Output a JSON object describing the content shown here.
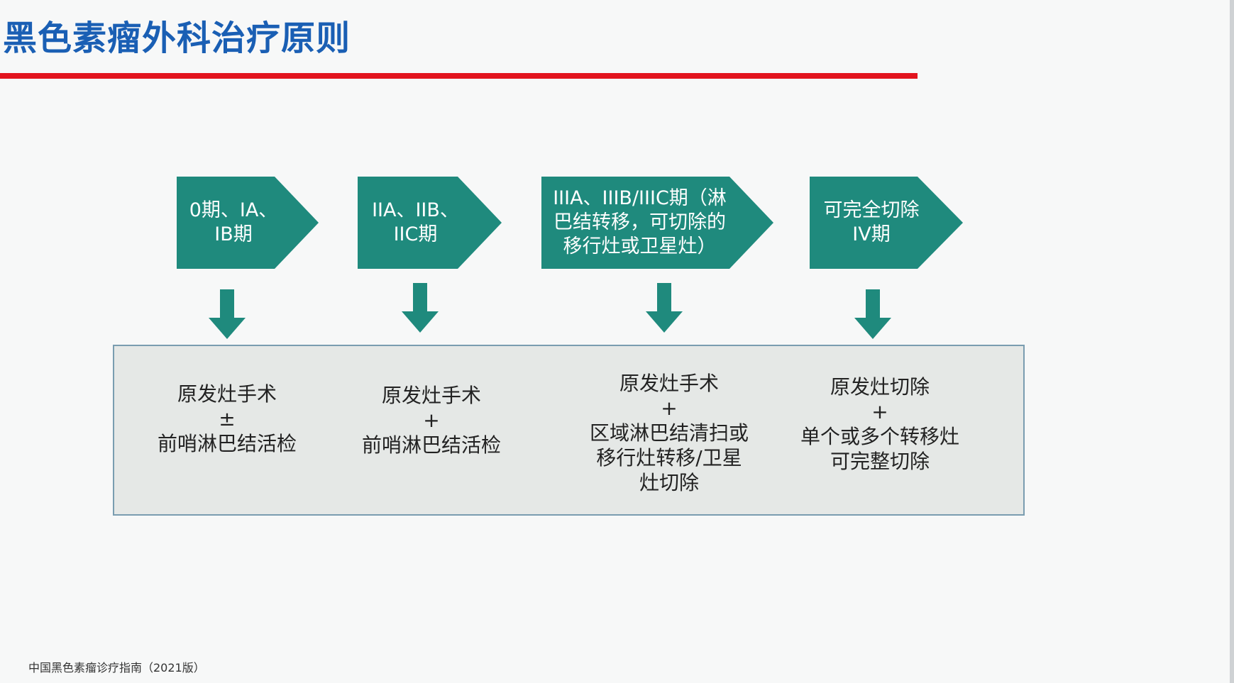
{
  "title": "黑色素瘤外科治疗原则",
  "colors": {
    "title": "#1a5fb4",
    "rule": "#e2141e",
    "stage_fill": "#1f8a7d",
    "arrow_fill": "#1f8a7d",
    "box_fill": "#e5e8e6",
    "box_border": "#7a9db0"
  },
  "stages": [
    {
      "label": "0期、IA、\nIB期"
    },
    {
      "label": "IIA、IIB、\nIIC期"
    },
    {
      "label": "IIIA、IIIB/IIIC期（淋\n巴结转移，可切除的\n移行灶或卫星灶）"
    },
    {
      "label": "可完全切除\nIV期"
    }
  ],
  "treatments": [
    {
      "text": "原发灶手术\n±\n前哨淋巴结活检"
    },
    {
      "text": "原发灶手术\n+\n前哨淋巴结活检"
    },
    {
      "text": "原发灶手术\n+\n区域淋巴结清扫或\n移行灶转移/卫星\n灶切除"
    },
    {
      "text": "原发灶切除\n+\n单个或多个转移灶\n可完整切除"
    }
  ],
  "footnote": "中国黑色素瘤诊疗指南（2021版）"
}
